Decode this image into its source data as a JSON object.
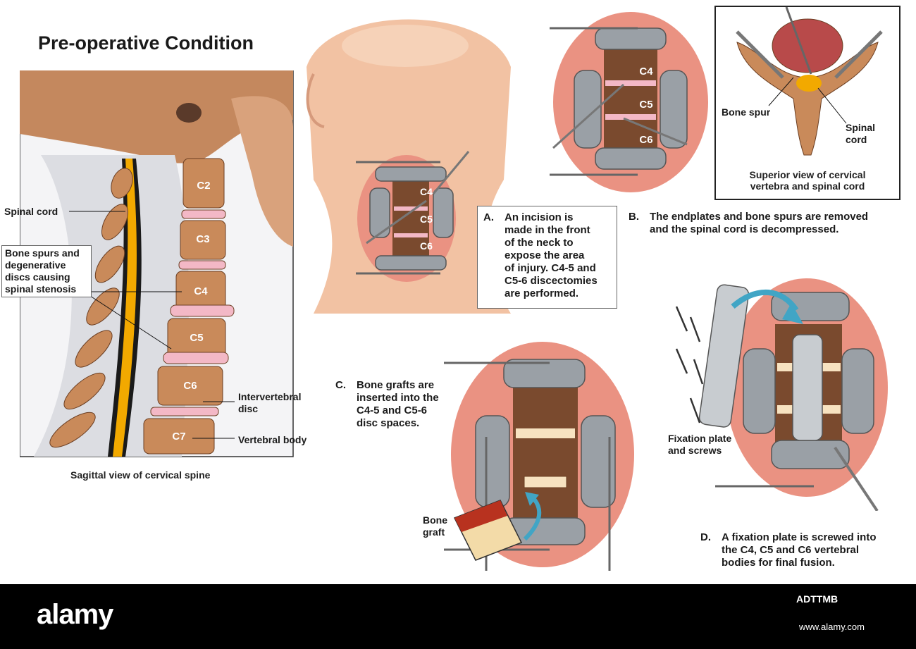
{
  "title": "Pre-operative Condition",
  "sagittal": {
    "caption": "Sagittal view of cervical spine",
    "vertebrae": [
      "C2",
      "C3",
      "C4",
      "C5",
      "C6",
      "C7"
    ],
    "labels": {
      "spinal_cord": "Spinal cord",
      "bone_spurs": [
        "Bone spurs and",
        "degenerative",
        "discs causing",
        "spinal stenosis"
      ],
      "disc": [
        "Intervertebral",
        "disc"
      ],
      "body": "Vertebral body"
    }
  },
  "stepA": {
    "letter": "A.",
    "lines": [
      "An incision is",
      "made in the front",
      "of the neck to",
      "expose the area",
      "of injury. C4-5 and",
      "C5-6 discectomies",
      "are performed."
    ],
    "vertebrae": [
      "C4",
      "C5",
      "C6"
    ]
  },
  "stepB": {
    "letter": "B.",
    "lines": [
      "The endplates and bone spurs are removed",
      "and the spinal cord is decompressed."
    ],
    "vertebrae": [
      "C4",
      "C5",
      "C6"
    ]
  },
  "superior": {
    "bone_spur": "Bone spur",
    "spinal_cord": "Spinal cord",
    "caption": [
      "Superior view of cervical",
      "vertebra and spinal cord"
    ]
  },
  "stepC": {
    "letter": "C.",
    "lines": [
      "Bone grafts are",
      "inserted into the",
      "C4-5 and C5-6",
      "disc spaces."
    ],
    "graft": [
      "Bone",
      "graft"
    ]
  },
  "stepD": {
    "letter": "D.",
    "lines": [
      "A fixation plate is screwed into",
      "the C4, C5 and C6 vertebral",
      "bodies for final fusion."
    ],
    "plate": [
      "Fixation plate",
      "and screws"
    ]
  },
  "footer": {
    "brand": "alamy",
    "code": "ADTTMB",
    "url": "www.alamy.com"
  },
  "colors": {
    "bone": "#c98a5a",
    "cord": "#f2a900",
    "disc": "#f3b8c6",
    "tissue": "#e98a7a",
    "metal": "#9aa0a6",
    "footer": "#000000"
  }
}
